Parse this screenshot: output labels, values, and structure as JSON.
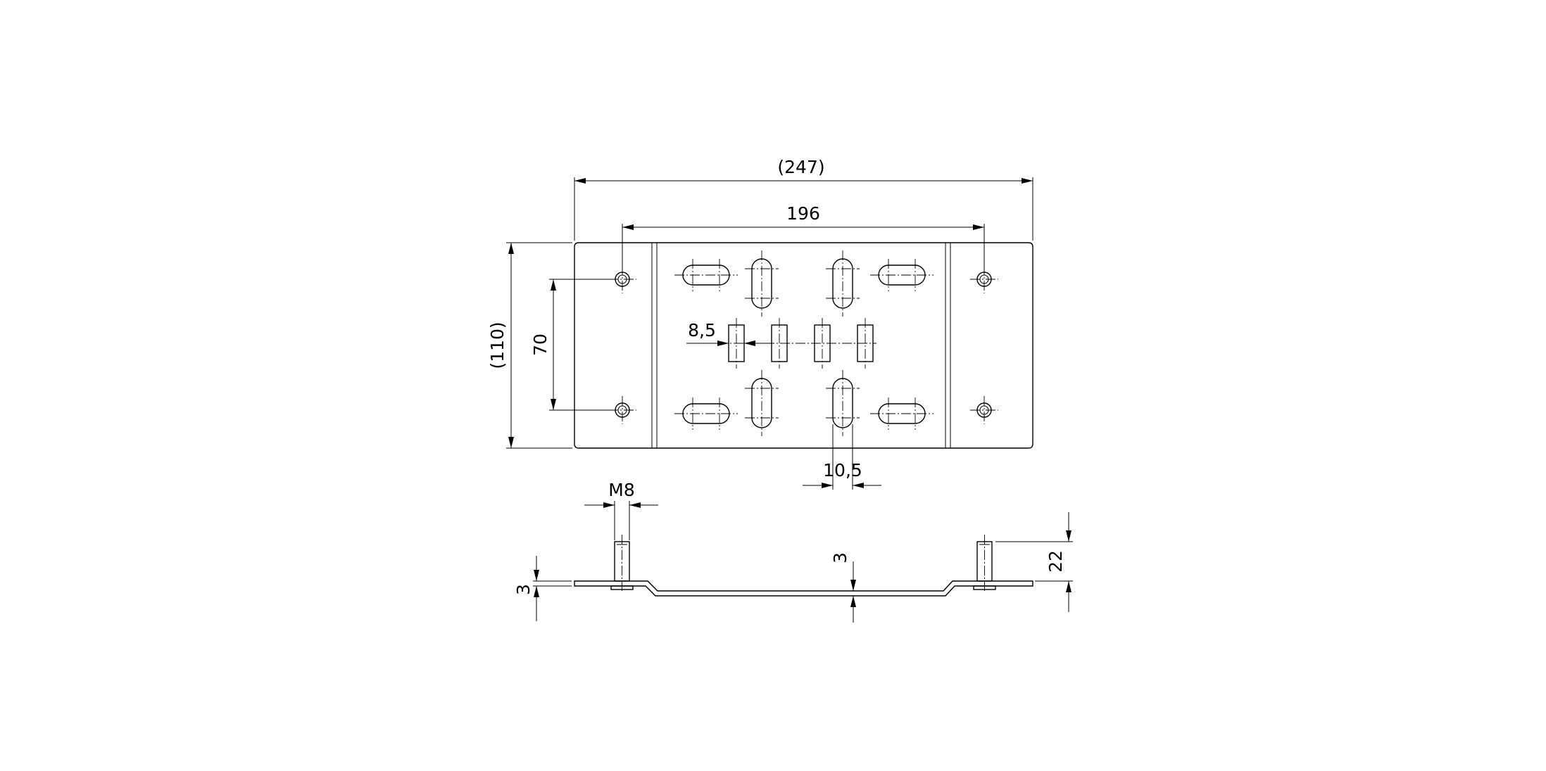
{
  "drawing": {
    "dimensions": {
      "overall_length": "(247)",
      "hole_spacing_length": "196",
      "overall_height": "(110)",
      "hole_spacing_height": "70",
      "rect_slot_width": "8,5",
      "long_slot_width": "10,5",
      "thread": "M8",
      "plate_thickness_left": "3",
      "plate_thickness_mid": "3",
      "stud_height": "22"
    }
  }
}
